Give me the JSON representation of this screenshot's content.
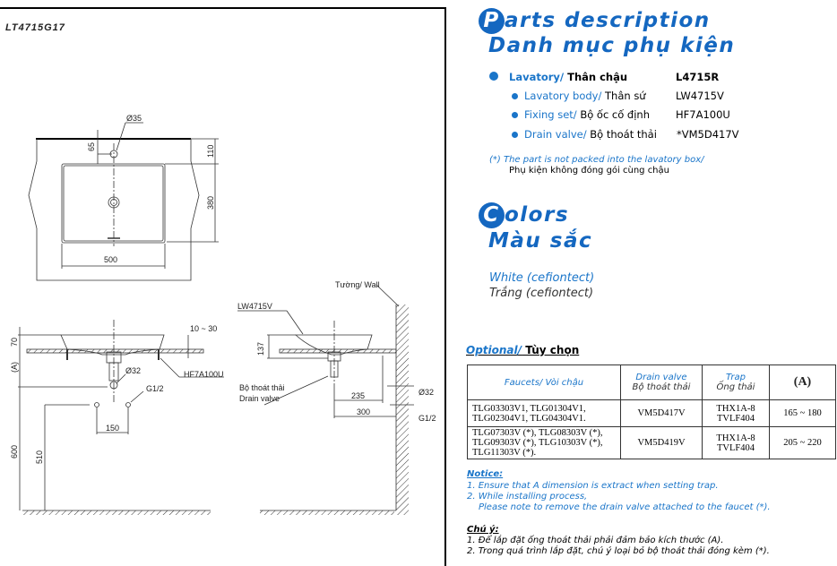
{
  "drawing": {
    "model": "LT4715G17",
    "top_view": {
      "hole_dia": "Ø35",
      "dim_65": "65",
      "dim_110": "110",
      "dim_380": "380",
      "dim_500": "500"
    },
    "front_view": {
      "dim_70": "70",
      "dim_a": "(A)",
      "dim_10_30": "10 ~ 30",
      "fixing_label": "HF7A100U",
      "drain_dia": "Ø32",
      "supply": "G1/2",
      "dim_150": "150",
      "dim_600": "600",
      "dim_510": "510"
    },
    "side_view": {
      "wall_label": "Tường/ Wall",
      "body_label": "LW4715V",
      "dim_137": "137",
      "drain_vn": "Bộ thoát thải",
      "drain_en": "Drain valve",
      "dim_235": "235",
      "dim_300": "300",
      "drain_dia": "Ø32",
      "supply": "G1/2"
    }
  },
  "parts": {
    "title_initial": "P",
    "title_rest": "arts description",
    "title_vn": "Danh mục phụ kiện",
    "main": {
      "label_en": "Lavatory/",
      "label_vn": " Thân chậu",
      "code": "L4715R"
    },
    "items": [
      {
        "label_en": "Lavatory body/",
        "label_vn": " Thân sứ",
        "code": "LW4715V"
      },
      {
        "label_en": "Fixing set/",
        "label_vn": " Bộ ốc cố định",
        "code": "HF7A100U"
      },
      {
        "label_en": "Drain valve/",
        "label_vn": " Bộ thoát thải",
        "code": "*VM5D417V"
      }
    ],
    "footnote_en": "(*) The part is not packed into the lavatory box/",
    "footnote_vn": "Phụ kiện không đóng gói cùng chậu"
  },
  "colors": {
    "title_initial": "C",
    "title_rest": "olors",
    "title_vn": "Màu sắc",
    "en": "White (cefiontect)",
    "vn": "Trắng (cefiontect)",
    "accent": "#1467c0"
  },
  "optional": {
    "title_en": "Optional/",
    "title_vn": " Tùy chọn",
    "headers": {
      "faucets": "Faucets/ Vòi chậu",
      "drain_en": "Drain valve",
      "drain_vn": "Bộ thoát thải",
      "trap_en": "Trap",
      "trap_vn": "Ống thải",
      "a": "(A)"
    },
    "rows": [
      {
        "faucets": "TLG03303V1, TLG01304V1, TLG02304V1, TLG04304V1.",
        "drain": "VM5D417V",
        "trap1": "THX1A-8",
        "trap2": "TVLF404",
        "a": "165 ~ 180"
      },
      {
        "faucets": "TLG07303V (*), TLG08303V (*), TLG09303V (*), TLG10303V (*), TLG11303V (*).",
        "drain": "VM5D419V",
        "trap1": "THX1A-8",
        "trap2": "TVLF404",
        "a": "205 ~ 220"
      }
    ]
  },
  "notice": {
    "title": "Notice:",
    "lines": [
      "1. Ensure that A dimension is extract when setting trap.",
      "2. While installing process,",
      "Please note to remove the drain valve attached to the faucet  (*)."
    ],
    "title_vn": "Chú ý:",
    "lines_vn": [
      "1. Để lắp đặt ống thoát thải phải đảm bảo kích thước (A).",
      "2. Trong quá trình lắp đặt, chú ý loại bỏ bộ thoát thải đóng kèm (*)."
    ]
  }
}
